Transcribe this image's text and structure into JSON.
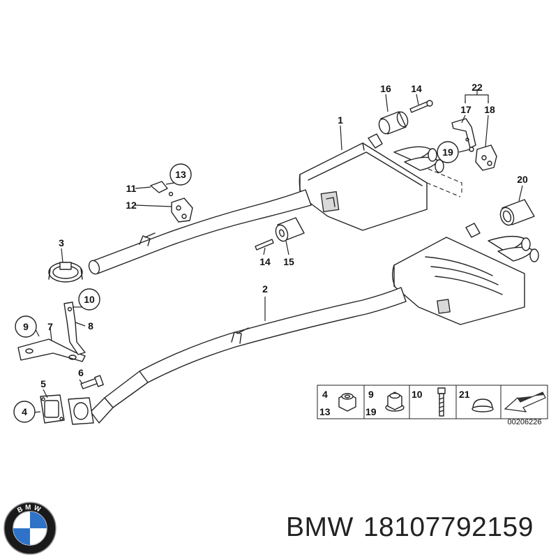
{
  "diagram": {
    "callouts": {
      "c1": "1",
      "c2": "2",
      "c3": "3",
      "c4a": "4",
      "c5": "5",
      "c6": "6",
      "c7": "7",
      "c8": "8",
      "c9": "9",
      "c10": "10",
      "c11": "11",
      "c12": "12",
      "c13": "13",
      "c14a": "14",
      "c14b": "14",
      "c15": "15",
      "c16": "16",
      "c17": "17",
      "c18": "18",
      "c19": "19",
      "c20": "20",
      "c22": "22"
    },
    "legend": {
      "cell1_top": "4",
      "cell1_bottom": "13",
      "cell2_top": "9",
      "cell2_bottom": "19",
      "cell3": "10",
      "cell4": "21"
    },
    "diagram_number": "00206226"
  },
  "footer": {
    "brand": "BMW",
    "part_number": "18107792159",
    "logo_letters": "BMW"
  },
  "colors": {
    "ink": "#222222",
    "logo_blue": "#2f73c8",
    "logo_ring": "#1a1a1a"
  }
}
